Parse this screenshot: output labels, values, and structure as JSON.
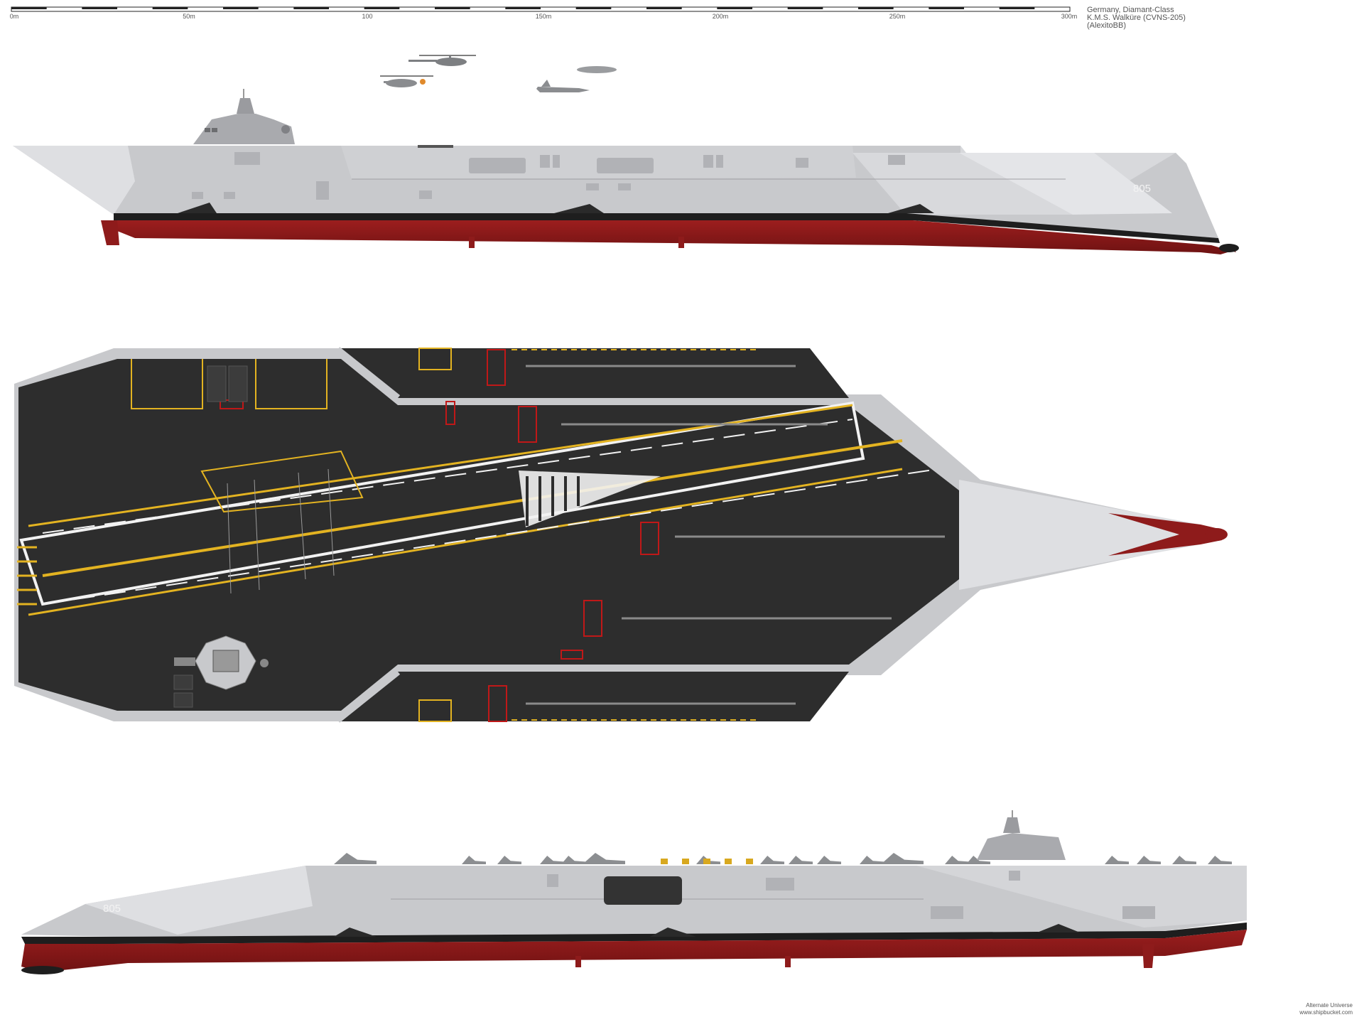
{
  "scale": {
    "ticks": [
      "0m",
      "50m",
      "100",
      "150m",
      "200m",
      "250m",
      "300m"
    ]
  },
  "caption": {
    "line1": "Germany, Diamant-Class",
    "line2": "K.M.S. Walküre (CVNS-205)",
    "line3": "(AlexitoBB)"
  },
  "hull_number": "805",
  "footer": {
    "line1": "Alternate Universe",
    "line2": "www.shipbucket.com"
  },
  "colors": {
    "hull_grey": "#c8c9cc",
    "hull_light": "#dedfe2",
    "hull_dark": "#a9aaae",
    "waterline": "#8e1b1b",
    "boot_top": "#1e1e1e",
    "deck": "#2d2d2d",
    "deck_marking_yellow": "#e3b321",
    "deck_marking_white": "#f2f2f2",
    "deck_marking_red": "#c01818"
  }
}
